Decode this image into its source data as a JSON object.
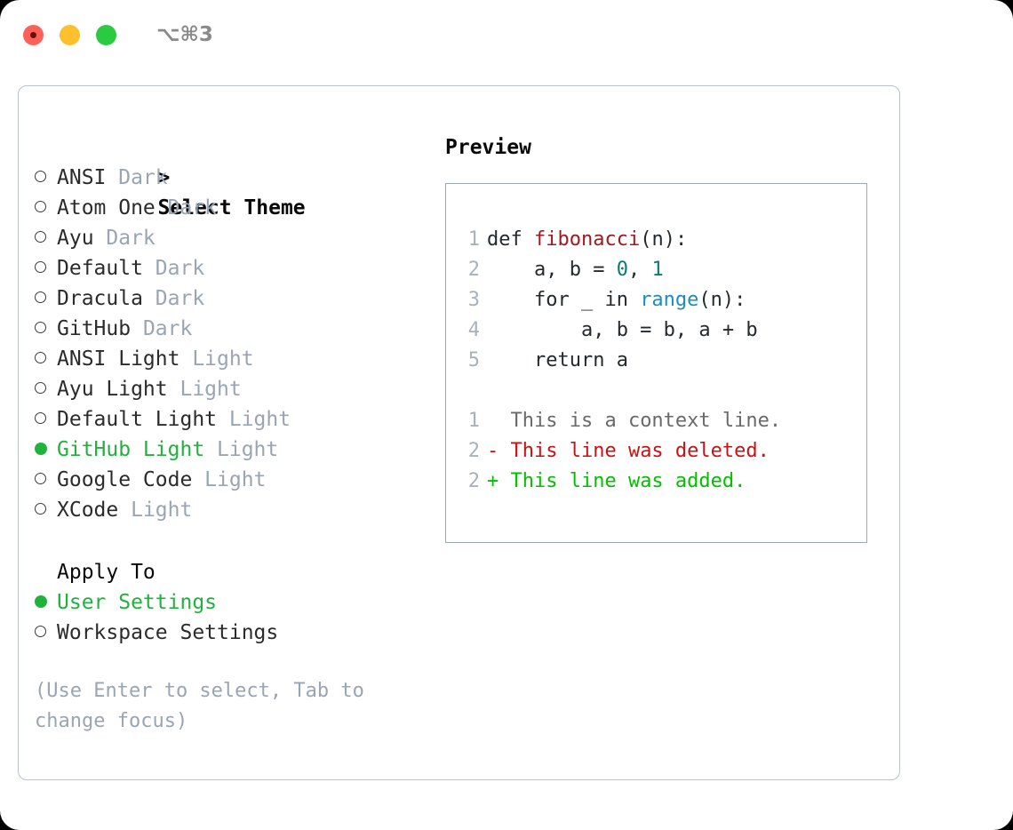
{
  "window": {
    "shortcut": "⌥⌘3",
    "traffic_lights": [
      "close-button",
      "minimize-button",
      "maximize-button"
    ]
  },
  "theme_list": {
    "title": "Select Theme",
    "caret": ">",
    "marker_selected": "●",
    "marker_unselected": "○",
    "items": [
      {
        "name": "ANSI",
        "category": "Dark",
        "selected": false
      },
      {
        "name": "Atom One",
        "category": "Dark",
        "selected": false
      },
      {
        "name": "Ayu",
        "category": "Dark",
        "selected": false
      },
      {
        "name": "Default",
        "category": "Dark",
        "selected": false
      },
      {
        "name": "Dracula",
        "category": "Dark",
        "selected": false
      },
      {
        "name": "GitHub",
        "category": "Dark",
        "selected": false
      },
      {
        "name": "ANSI Light",
        "category": "Light",
        "selected": false
      },
      {
        "name": "Ayu Light",
        "category": "Light",
        "selected": false
      },
      {
        "name": "Default Light",
        "category": "Light",
        "selected": false
      },
      {
        "name": "GitHub Light",
        "category": "Light",
        "selected": true
      },
      {
        "name": "Google Code",
        "category": "Light",
        "selected": false
      },
      {
        "name": "XCode",
        "category": "Light",
        "selected": false
      }
    ]
  },
  "apply_to": {
    "title": "Apply To",
    "items": [
      {
        "name": "User Settings",
        "selected": true
      },
      {
        "name": "Workspace Settings",
        "selected": false
      }
    ]
  },
  "hint": "(Use Enter to select, Tab to change focus)",
  "preview": {
    "title": "Preview",
    "code_lines": [
      {
        "num": "1",
        "segments": [
          {
            "text": "def ",
            "kind": "plain"
          },
          {
            "text": "fibonacci",
            "kind": "fn"
          },
          {
            "text": "(n):",
            "kind": "plain"
          }
        ]
      },
      {
        "num": "2",
        "segments": [
          {
            "text": "    a, b = ",
            "kind": "plain"
          },
          {
            "text": "0",
            "kind": "num"
          },
          {
            "text": ", ",
            "kind": "plain"
          },
          {
            "text": "1",
            "kind": "num"
          }
        ]
      },
      {
        "num": "3",
        "segments": [
          {
            "text": "    for _ in ",
            "kind": "plain"
          },
          {
            "text": "range",
            "kind": "call"
          },
          {
            "text": "(n):",
            "kind": "plain"
          }
        ]
      },
      {
        "num": "4",
        "segments": [
          {
            "text": "        a, b = b, a + b",
            "kind": "plain"
          }
        ]
      },
      {
        "num": "5",
        "segments": [
          {
            "text": "    return a",
            "kind": "plain"
          }
        ]
      }
    ],
    "diff_lines": [
      {
        "num": "1",
        "marker": " ",
        "text": "This is a context line.",
        "kind": "ctx"
      },
      {
        "num": "2",
        "marker": "-",
        "text": "This line was deleted.",
        "kind": "del"
      },
      {
        "num": "2",
        "marker": "+",
        "text": "This line was added.",
        "kind": "add"
      }
    ]
  },
  "colors": {
    "accent_green": "#1fb23c",
    "muted": "#9aa5b4",
    "panel_border": "#b9c2cf",
    "code_border": "#9aa8b8",
    "diff_delete": "#cc1111",
    "diff_add": "#00c000",
    "syntax_function": "#a4191d",
    "syntax_number": "#067d77",
    "syntax_call": "#1a8cc8"
  }
}
